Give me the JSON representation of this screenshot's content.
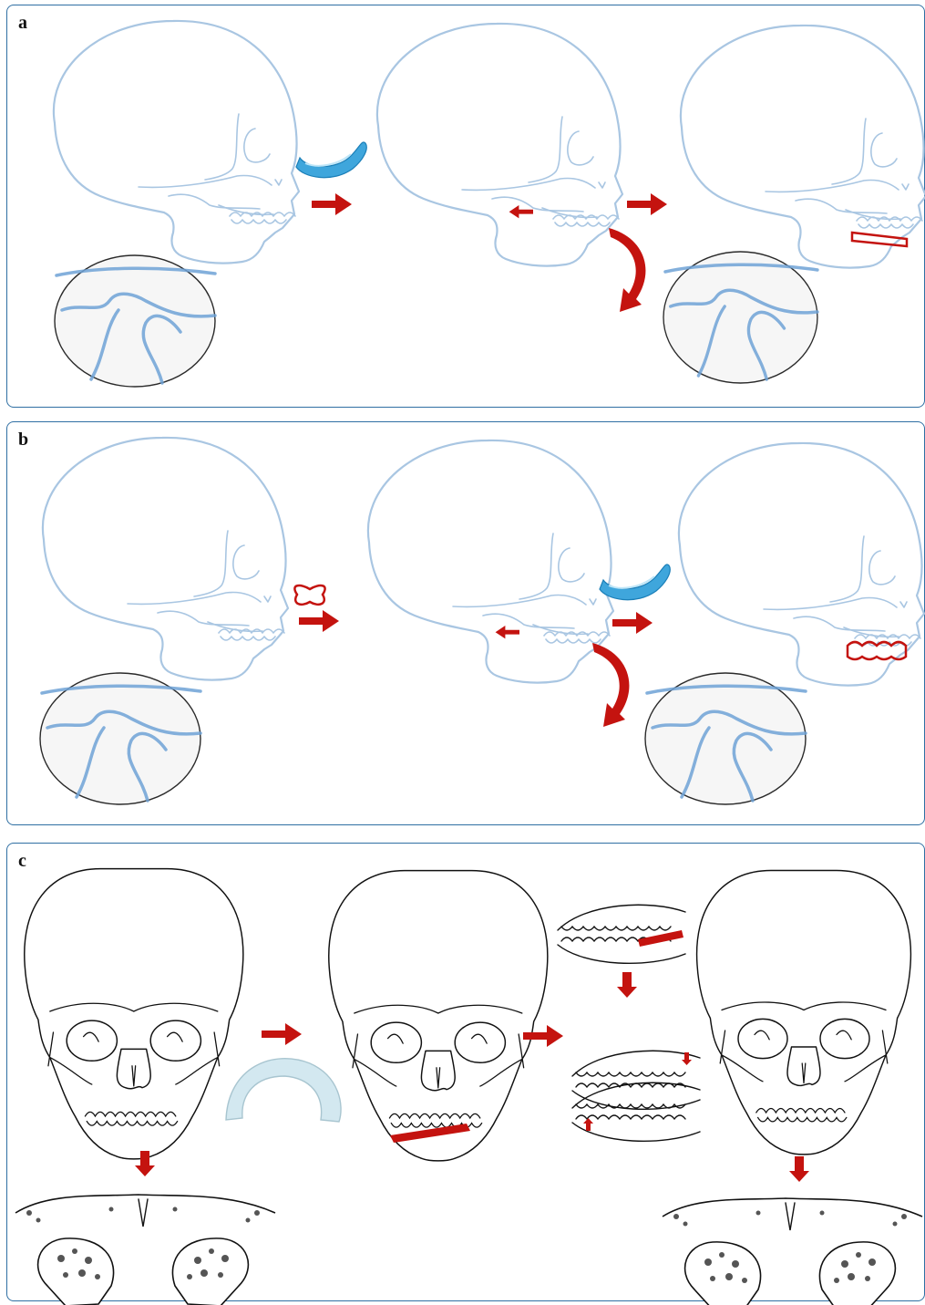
{
  "panels": [
    {
      "label": "a"
    },
    {
      "label": "b"
    },
    {
      "label": "c"
    }
  ],
  "icons": {
    "arrow": "red-arrow-icon",
    "curved_arrow": "red-curved-arrow-icon",
    "splint": "blue-occlusal-splint-icon",
    "clear_splint": "clear-occlusal-splint-icon"
  },
  "colors": {
    "panel_border": "#2f6fa3",
    "skull_line": "#a9c6e2",
    "arrow": "#c4130f",
    "splint_blue": "#3fa6dc"
  }
}
